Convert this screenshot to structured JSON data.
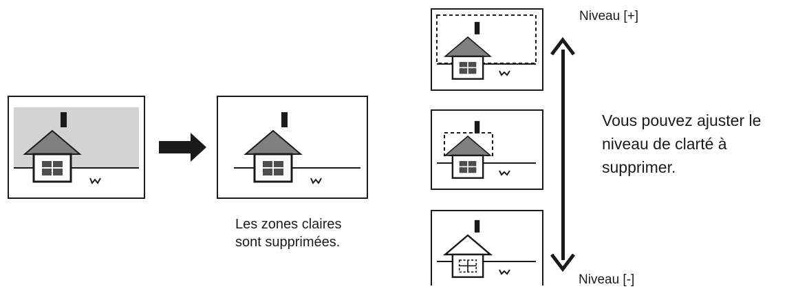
{
  "captions": {
    "removed": [
      "Les zones claires",
      "sont supprimées."
    ],
    "adjust": [
      "Vous pouvez ajuster le",
      "niveau de clarté à",
      "supprimer."
    ]
  },
  "levels": {
    "plus": "Niveau [+]",
    "minus": "Niveau [-]"
  },
  "colors": {
    "stroke": "#1a1a1a",
    "gray_area": "#d3d3d3",
    "roof": "#808080",
    "window": "#4d4d4d"
  },
  "icons": {
    "arrow_right": "arrow-right-icon",
    "double_arrow": "double-arrow-vertical-icon",
    "house": "house-icon",
    "grass": "grass-icon"
  }
}
